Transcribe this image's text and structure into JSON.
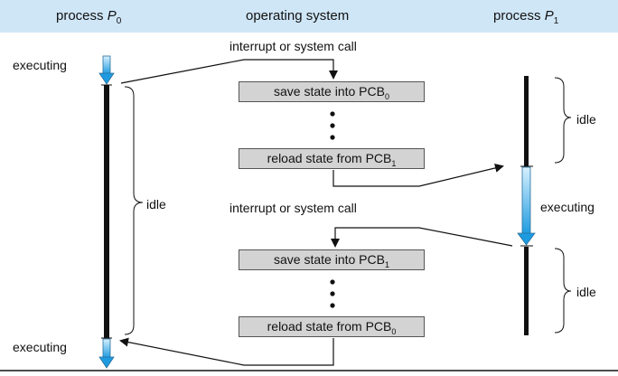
{
  "header": {
    "left": {
      "prefix": "process ",
      "var": "P",
      "sub": "0"
    },
    "center": "operating system",
    "right": {
      "prefix": "process ",
      "var": "P",
      "sub": "1"
    }
  },
  "labels": {
    "interrupt_top": "interrupt or system call",
    "interrupt_mid": "interrupt or system call",
    "executing_p0_top": "executing",
    "executing_p0_bottom": "executing",
    "executing_p1": "executing",
    "idle_p0": "idle",
    "idle_p1_top": "idle",
    "idle_p1_bottom": "idle"
  },
  "boxes": [
    {
      "main": "save state into PCB",
      "sub": "0"
    },
    {
      "main": "reload state from PCB",
      "sub": "1"
    },
    {
      "main": "save state into PCB",
      "sub": "1"
    },
    {
      "main": "reload state from PCB",
      "sub": "0"
    }
  ],
  "colors": {
    "header_band": "#cfe6f7",
    "timeline": "#111111",
    "executing_gradient_top": "#d6f0ff",
    "executing_gradient_bottom": "#1e9be0",
    "box_fill": "#d3d3d3"
  }
}
